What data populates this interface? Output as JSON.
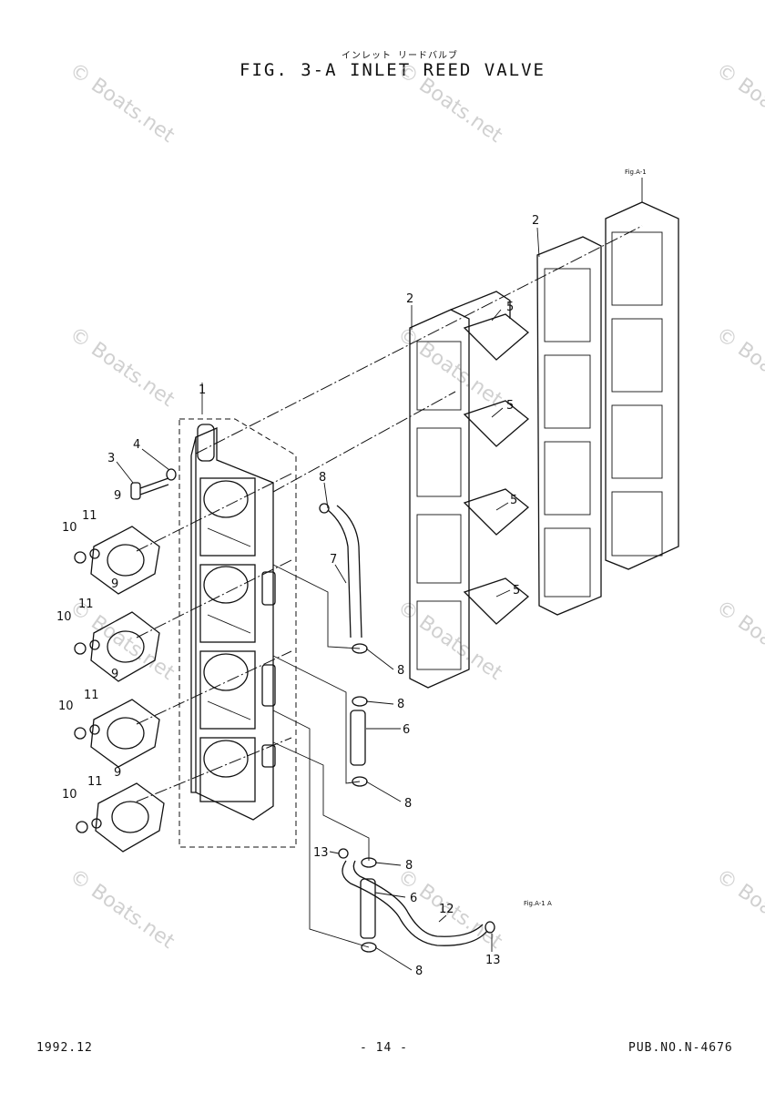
{
  "header": {
    "subtitle_jp": "インレット リードバルブ",
    "title": "FIG.  3-A INLET REED VALVE"
  },
  "callouts": [
    "1",
    "2",
    "2",
    "3",
    "4",
    "5",
    "5",
    "5",
    "5",
    "6",
    "6",
    "7",
    "8",
    "8",
    "8",
    "8",
    "8",
    "8",
    "9",
    "9",
    "9",
    "9",
    "10",
    "10",
    "10",
    "10",
    "11",
    "11",
    "11",
    "11",
    "12",
    "13",
    "13"
  ],
  "references": [
    "Fig.A-1",
    "Fig.A-1 A"
  ],
  "watermark": "© Boats.net",
  "footer": {
    "date": "1992.12",
    "page": "- 14 -",
    "pub": "PUB.NO.N-4676"
  }
}
